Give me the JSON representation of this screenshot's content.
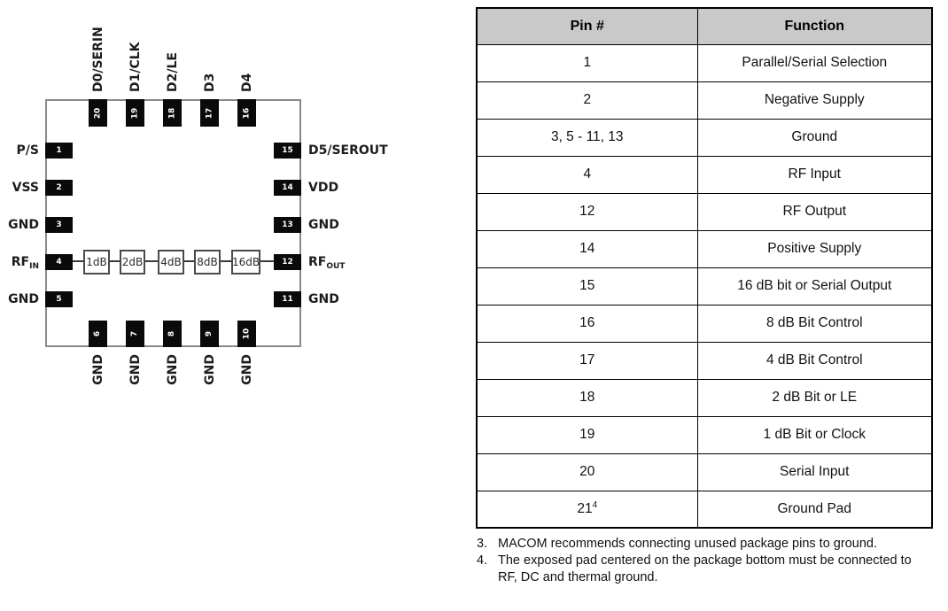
{
  "diagram": {
    "top_pins": [
      {
        "num": "20",
        "label": "D0/SERIN"
      },
      {
        "num": "19",
        "label": "D1/CLK"
      },
      {
        "num": "18",
        "label": "D2/LE"
      },
      {
        "num": "17",
        "label": "D3"
      },
      {
        "num": "16",
        "label": "D4"
      }
    ],
    "left_pins": [
      {
        "num": "1",
        "label": "P/S"
      },
      {
        "num": "2",
        "label": "VSS"
      },
      {
        "num": "3",
        "label": "GND"
      },
      {
        "num": "4",
        "label": "RF",
        "label_sub": "IN"
      },
      {
        "num": "5",
        "label": "GND"
      }
    ],
    "right_pins": [
      {
        "num": "15",
        "label": "D5/SEROUT"
      },
      {
        "num": "14",
        "label": "VDD"
      },
      {
        "num": "13",
        "label": "GND"
      },
      {
        "num": "12",
        "label": "RF",
        "label_sub": "OUT"
      },
      {
        "num": "11",
        "label": "GND"
      }
    ],
    "bottom_pins": [
      {
        "num": "6",
        "label": "GND"
      },
      {
        "num": "7",
        "label": "GND"
      },
      {
        "num": "8",
        "label": "GND"
      },
      {
        "num": "9",
        "label": "GND"
      },
      {
        "num": "10",
        "label": "GND"
      }
    ],
    "attenuators": [
      "1dB",
      "2dB",
      "4dB",
      "8dB",
      "16dB"
    ]
  },
  "table": {
    "headers": [
      "Pin #",
      "Function"
    ],
    "rows": [
      {
        "pin": "1",
        "function": "Parallel/Serial Selection"
      },
      {
        "pin": "2",
        "function": "Negative Supply"
      },
      {
        "pin": "3, 5 - 11, 13",
        "function": "Ground"
      },
      {
        "pin": "4",
        "function": "RF Input"
      },
      {
        "pin": "12",
        "function": "RF Output"
      },
      {
        "pin": "14",
        "function": "Positive Supply"
      },
      {
        "pin": "15",
        "function": "16 dB bit or Serial Output"
      },
      {
        "pin": "16",
        "function": "8 dB Bit Control"
      },
      {
        "pin": "17",
        "function": "4 dB Bit Control"
      },
      {
        "pin": "18",
        "function": "2 dB Bit or LE"
      },
      {
        "pin": "19",
        "function": "1 dB Bit or Clock"
      },
      {
        "pin": "20",
        "function": "Serial Input"
      },
      {
        "pin": "21",
        "pin_sup": "4",
        "function": "Ground Pad"
      }
    ]
  },
  "notes": [
    {
      "num": "3.",
      "text": "MACOM recommends connecting unused package pins to ground."
    },
    {
      "num": "4.",
      "text": "The exposed pad centered on the package bottom must be connected to RF, DC and thermal ground."
    }
  ],
  "colors": {
    "pin_fill": "#0a0a0a",
    "pin_number_text": "#ffffff",
    "package_outline": "#8a8a8a",
    "table_header_bg": "#c9c9c9",
    "table_border": "#000000",
    "text": "#111111"
  }
}
